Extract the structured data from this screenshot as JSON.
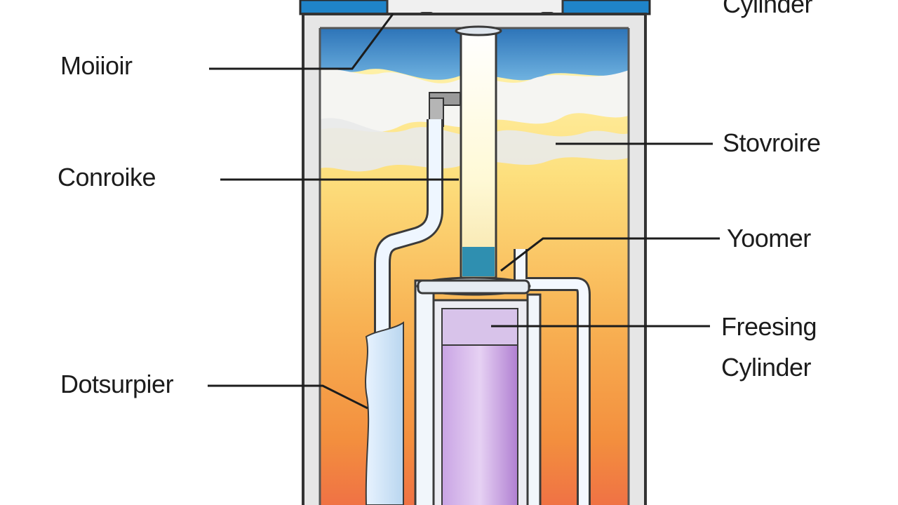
{
  "diagram": {
    "labels": {
      "top_right": "Cylinder",
      "motor": "Moiioir",
      "controller": "Conroike",
      "discharger": "Dotsurpier",
      "evaporator": "Stovroire",
      "thermometer": "Yoomer",
      "freezing_line1": "Freesing",
      "freezing_line2": "Cylinder"
    },
    "colors": {
      "top_blue": "#2f7fc1",
      "cylinder_purple": "#b58ad4",
      "fill_top": "#fff3a6",
      "fill_bottom": "#f07a3a",
      "outline": "#3a3a3a"
    }
  }
}
